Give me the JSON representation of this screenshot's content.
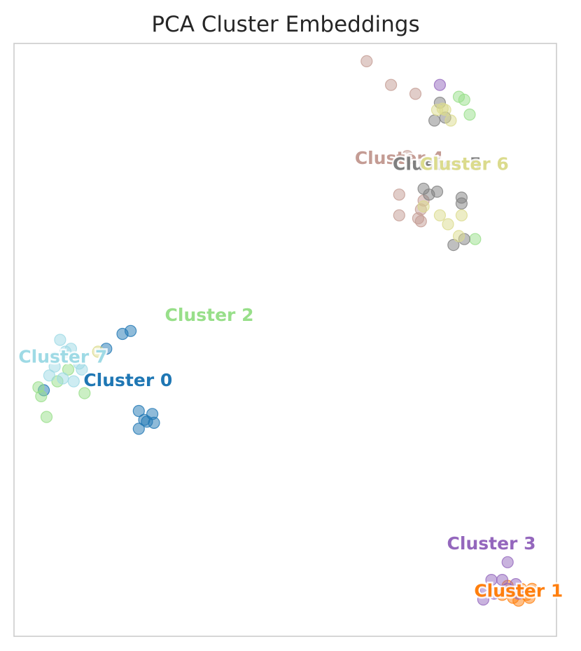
{
  "chart_data": {
    "type": "scatter",
    "title": "PCA Cluster Embeddings",
    "xlabel": "",
    "ylabel": "",
    "xlim": [
      0,
      10
    ],
    "ylim": [
      0,
      10
    ],
    "grid": false,
    "axis_ticks": false,
    "marker_alpha": 0.5,
    "series": [
      {
        "name": "Cluster 0",
        "color": "#1f77b4",
        "label_pos": [
          2.1,
          4.3
        ],
        "points": [
          [
            2.0,
            5.1
          ],
          [
            2.15,
            5.15
          ],
          [
            1.7,
            4.85
          ],
          [
            0.55,
            4.15
          ],
          [
            2.3,
            3.8
          ],
          [
            2.4,
            3.65
          ],
          [
            2.55,
            3.75
          ],
          [
            2.58,
            3.6
          ],
          [
            2.45,
            3.62
          ],
          [
            2.3,
            3.5
          ]
        ]
      },
      {
        "name": "Cluster 1",
        "color": "#ff7f0e",
        "label_pos": [
          9.3,
          0.75
        ],
        "points": [
          [
            9.0,
            0.7
          ],
          [
            9.15,
            0.75
          ],
          [
            9.3,
            0.6
          ],
          [
            9.4,
            0.75
          ],
          [
            9.5,
            0.65
          ],
          [
            9.35,
            0.8
          ],
          [
            9.2,
            0.65
          ],
          [
            9.45,
            0.7
          ],
          [
            9.1,
            0.85
          ],
          [
            9.55,
            0.8
          ]
        ]
      },
      {
        "name": "Cluster 2",
        "color": "#98df8a",
        "label_pos": [
          3.6,
          5.4
        ],
        "points": [
          [
            8.2,
            9.1
          ],
          [
            8.3,
            9.05
          ],
          [
            8.4,
            8.8
          ],
          [
            8.5,
            6.7
          ],
          [
            0.45,
            4.2
          ],
          [
            0.5,
            4.05
          ],
          [
            0.6,
            3.7
          ],
          [
            1.3,
            4.1
          ],
          [
            0.8,
            4.3
          ],
          [
            1.0,
            4.5
          ]
        ]
      },
      {
        "name": "Cluster 3",
        "color": "#9467bd",
        "label_pos": [
          8.8,
          1.55
        ],
        "points": [
          [
            7.85,
            9.3
          ],
          [
            9.1,
            1.25
          ],
          [
            8.8,
            0.95
          ],
          [
            9.0,
            0.95
          ],
          [
            9.25,
            0.88
          ],
          [
            8.7,
            0.78
          ],
          [
            8.85,
            0.72
          ],
          [
            9.1,
            0.8
          ],
          [
            8.65,
            0.62
          ],
          [
            9.3,
            0.72
          ]
        ]
      },
      {
        "name": "Cluster 4",
        "color": "#c49c94",
        "label_pos": [
          7.1,
          8.05
        ],
        "points": [
          [
            6.5,
            9.7
          ],
          [
            6.95,
            9.3
          ],
          [
            7.4,
            9.15
          ],
          [
            7.25,
            8.1
          ],
          [
            7.1,
            7.45
          ],
          [
            7.55,
            7.35
          ],
          [
            7.5,
            7.2
          ],
          [
            7.45,
            7.05
          ],
          [
            7.1,
            7.1
          ],
          [
            7.5,
            7.0
          ]
        ]
      },
      {
        "name": "Cluster 5",
        "color": "#7f7f7f",
        "label_pos": [
          7.8,
          7.95
        ],
        "points": [
          [
            7.85,
            9.0
          ],
          [
            7.75,
            8.7
          ],
          [
            7.95,
            8.75
          ],
          [
            7.8,
            7.5
          ],
          [
            7.65,
            7.45
          ],
          [
            7.55,
            7.55
          ],
          [
            8.25,
            7.4
          ],
          [
            8.25,
            7.3
          ],
          [
            8.3,
            6.7
          ],
          [
            8.1,
            6.6
          ]
        ]
      },
      {
        "name": "Cluster 6",
        "color": "#dbdb8d",
        "label_pos": [
          8.3,
          7.95
        ],
        "points": [
          [
            7.8,
            8.88
          ],
          [
            7.95,
            8.88
          ],
          [
            7.9,
            8.9
          ],
          [
            8.05,
            8.7
          ],
          [
            7.55,
            7.25
          ],
          [
            7.85,
            7.1
          ],
          [
            8.0,
            6.95
          ],
          [
            8.25,
            7.1
          ],
          [
            8.2,
            6.75
          ],
          [
            1.55,
            4.8
          ]
        ]
      },
      {
        "name": "Cluster 7",
        "color": "#9edae5",
        "label_pos": [
          0.9,
          4.7
        ],
        "points": [
          [
            0.85,
            5.0
          ],
          [
            0.95,
            4.8
          ],
          [
            1.05,
            4.85
          ],
          [
            0.75,
            4.55
          ],
          [
            0.65,
            4.4
          ],
          [
            1.25,
            4.5
          ],
          [
            0.9,
            4.35
          ],
          [
            1.1,
            4.3
          ],
          [
            0.75,
            4.7
          ],
          [
            1.2,
            4.6
          ]
        ]
      }
    ]
  }
}
